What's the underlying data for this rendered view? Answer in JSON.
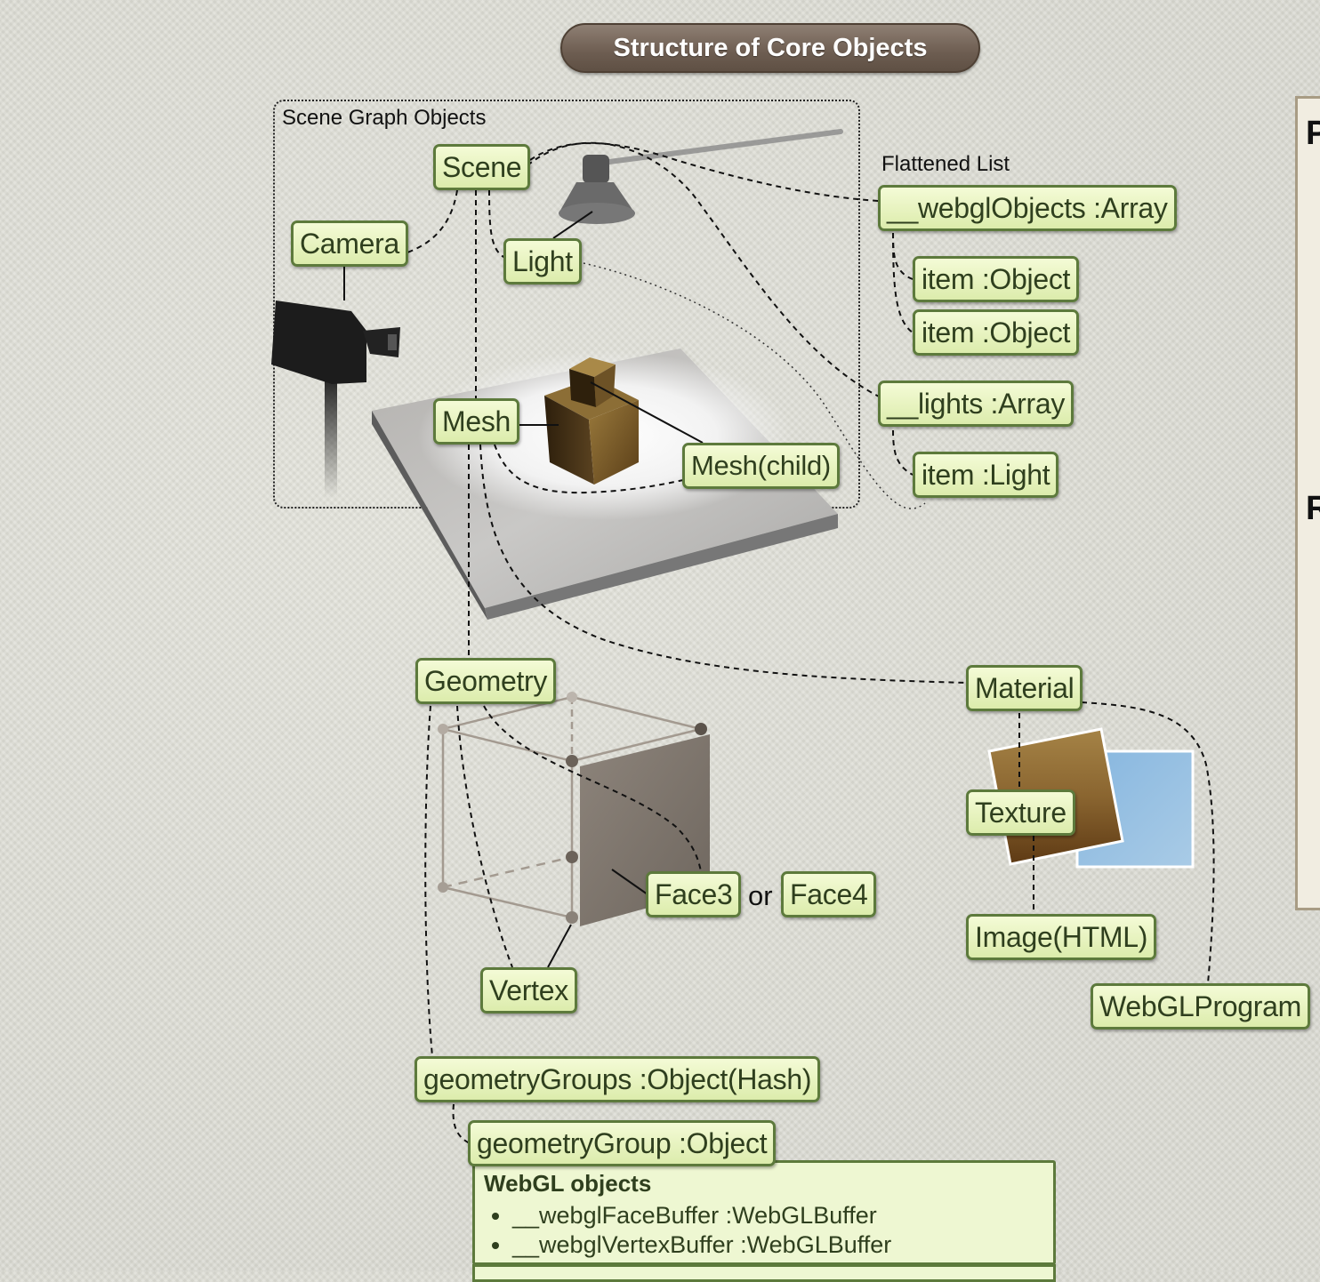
{
  "title": "Structure of Core Objects",
  "groups": {
    "scene_graph_label": "Scene Graph Objects",
    "flattened_list_label": "Flattened List"
  },
  "nodes": {
    "scene": "Scene",
    "camera": "Camera",
    "light": "Light",
    "mesh": "Mesh",
    "mesh_child": "Mesh(child)",
    "webgl_objects": "__webglObjects :Array",
    "item_object_1": "item :Object",
    "item_object_2": "item :Object",
    "lights_array": "__lights :Array",
    "item_light": "item :Light",
    "geometry": "Geometry",
    "face3": "Face3",
    "or": "or",
    "face4": "Face4",
    "vertex": "Vertex",
    "material": "Material",
    "texture": "Texture",
    "image_html": "Image(HTML)",
    "webgl_program": "WebGLProgram",
    "geometry_groups": "geometryGroups :Object(Hash)",
    "geometry_group": "geometryGroup :Object"
  },
  "webgl_box": {
    "header": "WebGL objects",
    "items": [
      "__webglFaceBuffer :WebGLBuffer",
      "__webglVertexBuffer :WebGLBuffer"
    ]
  },
  "right_panel": {
    "letters": [
      "P",
      "R"
    ]
  },
  "illustrations": {
    "camera": "movie-camera-icon",
    "light": "spotlight-icon",
    "mesh": "wooden-cubes-on-plate",
    "geometry": "wireframe-cube",
    "texture": "wood-and-sky-texture-swatches"
  }
}
